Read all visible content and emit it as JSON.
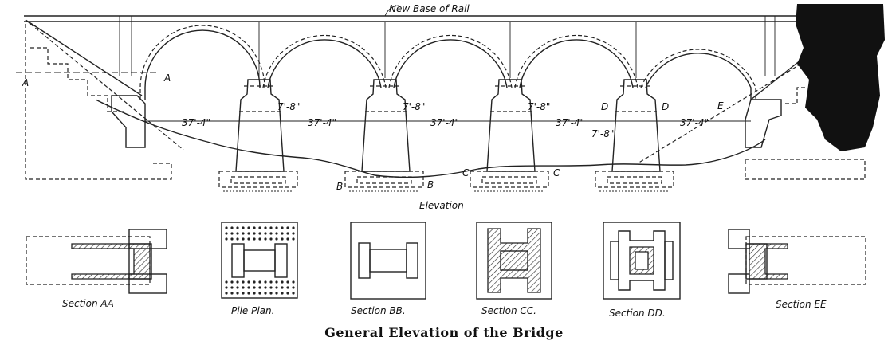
{
  "labels": {
    "rail": "New Base of Rail",
    "elevation": "Elevation",
    "section_a": "A",
    "section_b": "B",
    "section_c": "C",
    "section_d": "D",
    "section_e": "E"
  },
  "dimensions": {
    "span": "37'-4\"",
    "pier": "7'-8\""
  },
  "sections": [
    "Section AA",
    "Pile Plan.",
    "Section BB.",
    "Section CC.",
    "Section DD.",
    "Section EE"
  ],
  "caption": "General Elevation of the Bridge"
}
